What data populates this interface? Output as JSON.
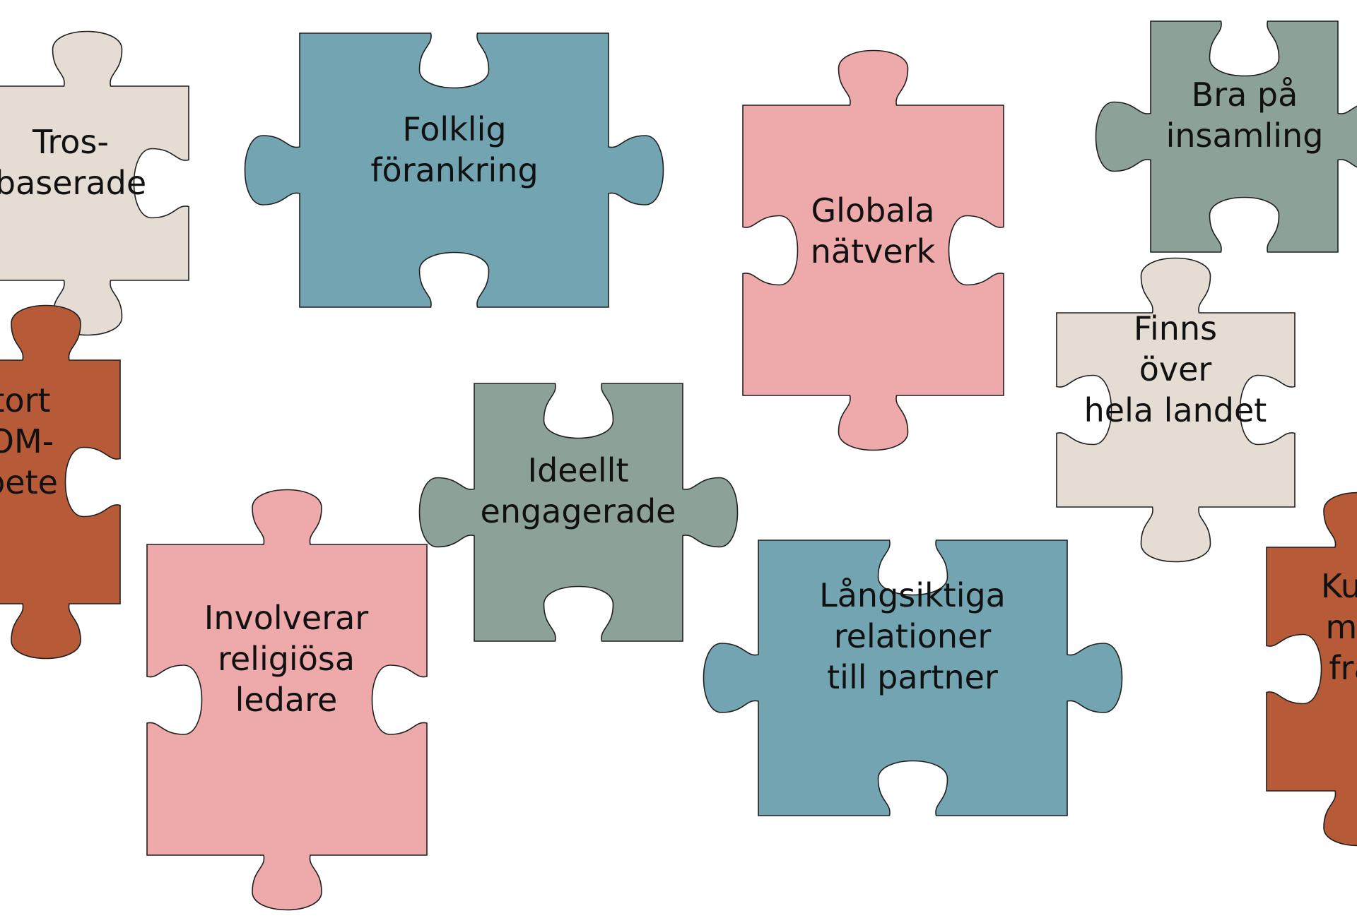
{
  "colors": {
    "beige": "#e5ddd4",
    "blue": "#73a4b2",
    "pink": "#eea9aa",
    "sage": "#8ca198",
    "rust": "#b65a37"
  },
  "pieces": [
    {
      "id": "trosbaserade",
      "lines": [
        "Tros-",
        "baserade"
      ],
      "color": "beige"
    },
    {
      "id": "folklig-forankring",
      "lines": [
        "Folklig",
        "förankring"
      ],
      "color": "blue"
    },
    {
      "id": "globala-natverk",
      "lines": [
        "Globala",
        "nätverk"
      ],
      "color": "pink"
    },
    {
      "id": "bra-pa-insamling",
      "lines": [
        "Bra på",
        "insamling"
      ],
      "color": "sage"
    },
    {
      "id": "stort-som-arbete",
      "lines": [
        "tort",
        "OM-",
        "bete"
      ],
      "color": "rust"
    },
    {
      "id": "ideellt-engagerade",
      "lines": [
        "Ideellt",
        "engagerade"
      ],
      "color": "sage"
    },
    {
      "id": "finns-over-hela-landet",
      "lines": [
        "Finns",
        "över",
        "hela landet"
      ],
      "color": "beige"
    },
    {
      "id": "involverar-religiosa-ledare",
      "lines": [
        "Involverar",
        "religiösa",
        "ledare"
      ],
      "color": "pink"
    },
    {
      "id": "langsiktiga-relationer",
      "lines": [
        "Långsiktiga",
        "relationer",
        "till partner"
      ],
      "color": "blue"
    },
    {
      "id": "kunskap-fragment",
      "lines": [
        "Kun",
        "ma",
        "fra"
      ],
      "color": "rust"
    }
  ]
}
